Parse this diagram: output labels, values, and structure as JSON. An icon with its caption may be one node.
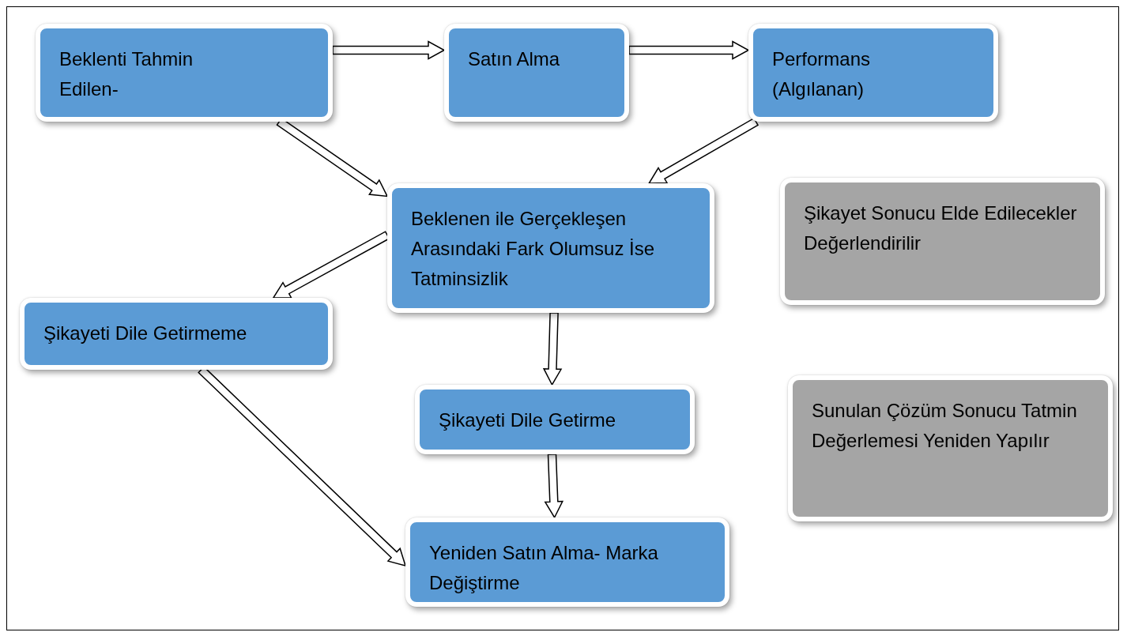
{
  "diagram": {
    "nodes": [
      {
        "text": [
          "Beklenti Tahmin Edilen-"
        ]
      },
      {
        "text": [
          "Satın Alma"
        ]
      },
      {
        "text": [
          "Performans (Algılanan)"
        ]
      },
      {
        "text": [
          "Beklenen ile Gerçekleşen Arasındaki Fark Olumsuz İse Tatminsizlik"
        ]
      },
      {
        "text": [
          "Şikayet Sonucu Elde Edilecekler Değerlendirilir"
        ]
      },
      {
        "text": [
          "Şikayeti Dile Getirmeme"
        ]
      },
      {
        "text": [
          "Şikayeti Dile Getirme"
        ]
      },
      {
        "text": [
          "Sunulan Çözüm Sonucu Tatmin Değerlemesi Yeniden Yapılır"
        ]
      },
      {
        "text": [
          "Yeniden Satın Alma- Marka Değiştirme"
        ]
      }
    ],
    "edges": [
      {
        "from": 0,
        "to": 1,
        "arrow": "to"
      },
      {
        "from": 1,
        "to": 2,
        "arrow": "to"
      },
      {
        "from": 0,
        "to": 3,
        "arrow": "to"
      },
      {
        "from": 2,
        "to": 3,
        "arrow": "to"
      },
      {
        "from": 3,
        "to": 5,
        "arrow": "to"
      },
      {
        "from": 3,
        "to": 6,
        "arrow": "to"
      },
      {
        "from": 5,
        "to": 8,
        "arrow": "to"
      },
      {
        "from": 6,
        "to": 8,
        "arrow": "to"
      }
    ]
  }
}
